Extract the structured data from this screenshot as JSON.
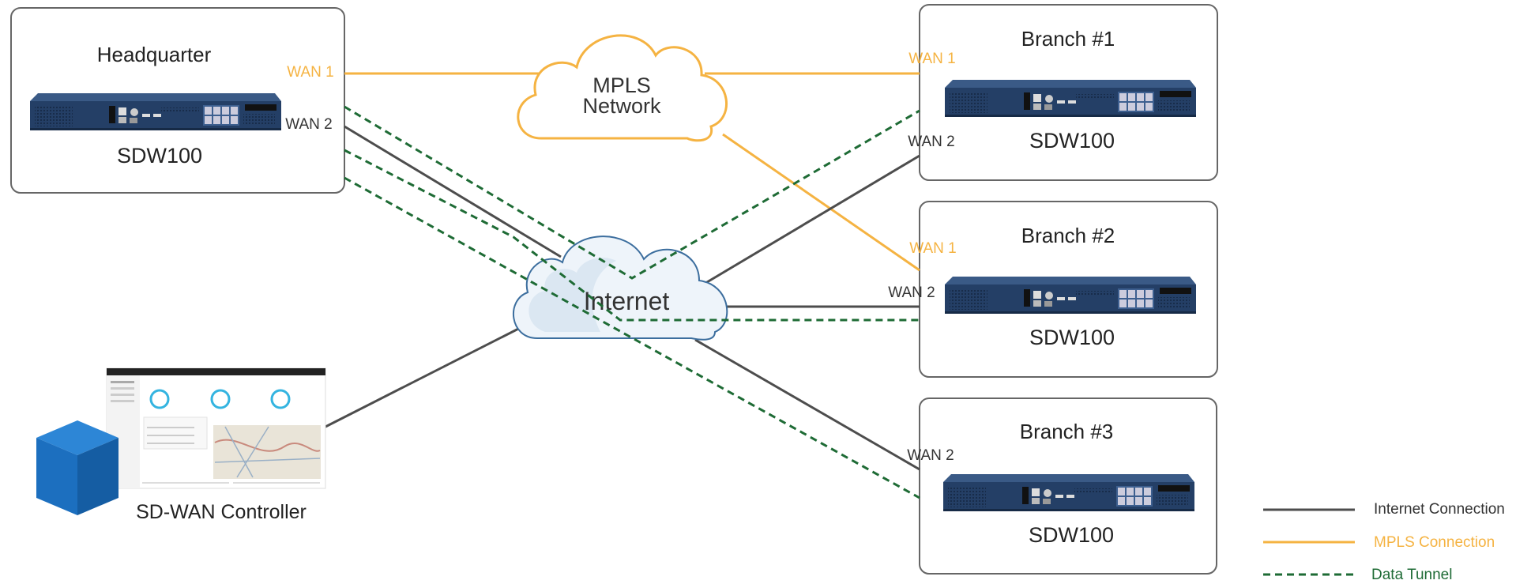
{
  "colors": {
    "internet": "#4d4d4d",
    "mpls": "#f5b342",
    "tunnel": "#1e6b35",
    "box_border": "#666666",
    "device_body": "#243f66",
    "cloud_mpls_stroke": "#f5b342",
    "cloud_internet_stroke": "#3c6e9e",
    "cube": "#1c6fbf"
  },
  "headquarter": {
    "title": "Headquarter",
    "model": "SDW100",
    "wan1": "WAN 1",
    "wan2": "WAN 2"
  },
  "branches": [
    {
      "title": "Branch #1",
      "model": "SDW100",
      "wan1": "WAN 1",
      "wan2": "WAN 2"
    },
    {
      "title": "Branch #2",
      "model": "SDW100",
      "wan1": "WAN 1",
      "wan2": "WAN 2"
    },
    {
      "title": "Branch #3",
      "model": "SDW100",
      "wan2": "WAN 2"
    }
  ],
  "mpls_cloud": {
    "line1": "MPLS",
    "line2": "Network"
  },
  "internet_cloud": {
    "label": "Internet"
  },
  "controller": {
    "label": "SD-WAN Controller"
  },
  "legend": {
    "internet": "Internet Connection",
    "mpls": "MPLS Connection",
    "tunnel": "Data Tunnel"
  }
}
